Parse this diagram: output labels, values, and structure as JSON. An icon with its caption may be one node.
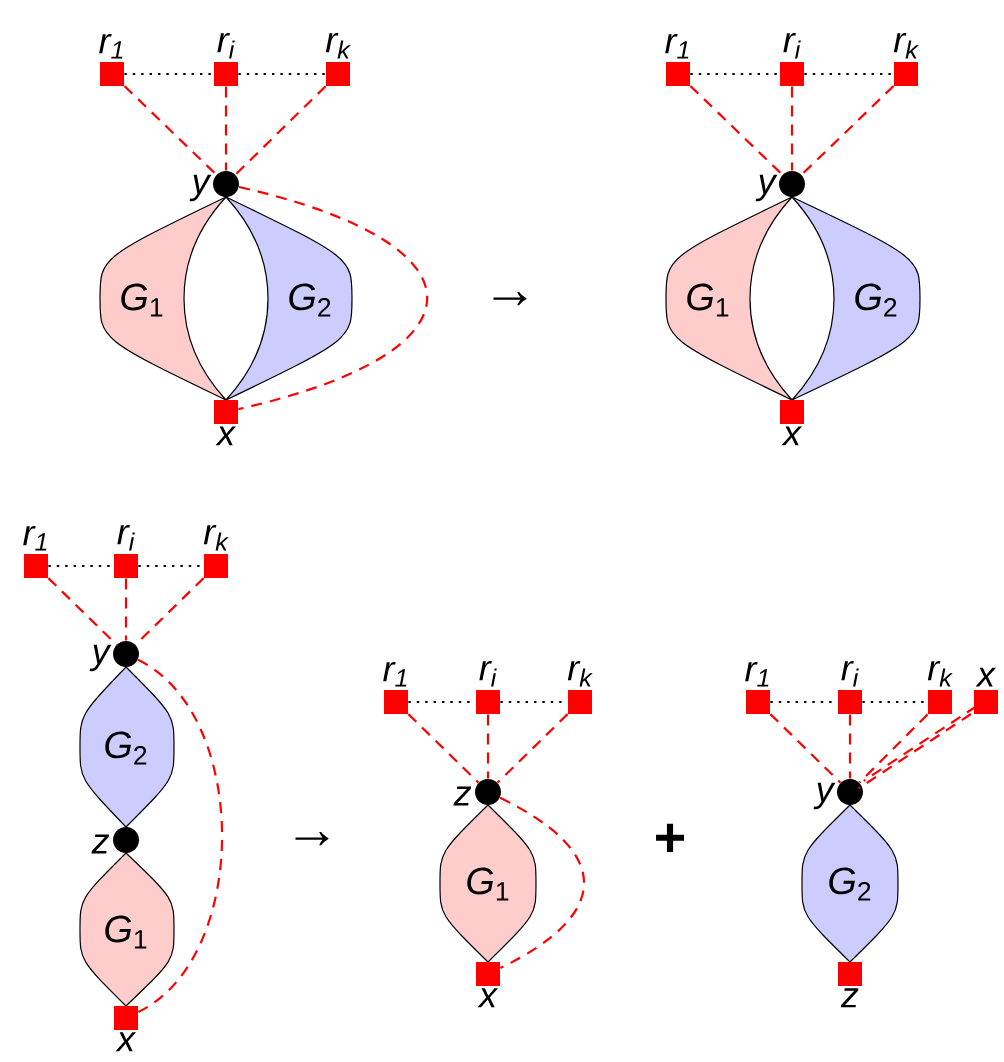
{
  "diagram": {
    "nodes": [
      {
        "text": [],
        "shape": "box",
        "beside": [
          "*r*$_{1}$"
        ]
      },
      {
        "text": [],
        "shape": "box",
        "beside": [
          "*r*$_{i}$"
        ]
      },
      {
        "text": [],
        "shape": "box",
        "beside": [
          "*r*$_{k}$"
        ]
      },
      {
        "text": [],
        "shape": "circle",
        "beside": [
          "y"
        ]
      },
      {
        "text": [
          "*G*$_{1}$"
        ]
      },
      {
        "text": [
          "*G*$_{2}$"
        ]
      },
      {
        "text": [],
        "shape": "box",
        "beside": [
          "x"
        ]
      },
      {
        "text": [],
        "shape": "box",
        "beside": [
          "*r*$_{1}$"
        ]
      },
      {
        "text": [],
        "shape": "box",
        "beside": [
          "*r*$_{i}$"
        ]
      },
      {
        "text": [],
        "shape": "box",
        "beside": [
          "*r*$_{k}$"
        ]
      },
      {
        "text": [],
        "shape": "circle",
        "beside": [
          "y"
        ]
      },
      {
        "text": [
          "*G*$_{1}$"
        ]
      },
      {
        "text": [
          "*G*$_{2}$"
        ]
      },
      {
        "text": [],
        "shape": "box",
        "beside": [
          "x"
        ]
      },
      {
        "text": [],
        "shape": "box",
        "beside": [
          "*r*$_{1}$"
        ]
      },
      {
        "text": [],
        "shape": "box",
        "beside": [
          "*r*$_{i}$"
        ]
      },
      {
        "text": [],
        "shape": "box",
        "beside": [
          "*r*$_{k}$"
        ]
      },
      {
        "text": [],
        "shape": "circle",
        "beside": [
          "y"
        ]
      },
      {
        "text": [
          "*G*$_{2}$"
        ]
      },
      {
        "text": [],
        "shape": "circle",
        "beside": [
          "z"
        ]
      },
      {
        "text": [
          "*G*$_{1}$"
        ]
      },
      {
        "text": [],
        "shape": "box",
        "beside": [
          "x"
        ]
      },
      {
        "text": [],
        "shape": "box",
        "beside": [
          "*r*$_{1}$"
        ]
      },
      {
        "text": [],
        "shape": "box",
        "beside": [
          "*r*$_{i}$"
        ]
      },
      {
        "text": [],
        "shape": "box",
        "beside": [
          "*r*$_{k}$"
        ]
      },
      {
        "text": [],
        "shape": "circle",
        "beside": [
          "z"
        ]
      },
      {
        "text": [
          "*G*$_{1}$"
        ]
      },
      {
        "text": [],
        "shape": "box",
        "beside": [
          "x"
        ]
      },
      {
        "text": [],
        "shape": "box",
        "beside": [
          "*r*$_{1}$"
        ]
      },
      {
        "text": [],
        "shape": "box",
        "beside": [
          "*r*$_{i}$"
        ]
      },
      {
        "text": [],
        "shape": "box",
        "beside": [
          "*r*$_{k}$"
        ]
      },
      {
        "text": [],
        "shape": "box",
        "beside": [
          "x"
        ]
      },
      {
        "text": [],
        "shape": "circle",
        "beside": [
          "y"
        ]
      },
      {
        "text": [
          "*G*$_{2}$"
        ]
      },
      {
        "text": [],
        "shape": "box",
        "beside": [
          "z"
        ]
      }
    ],
    "edges": [
      {
        "from": 0,
        "to": 1,
        "arrow": "none",
        "color": "#000000"
      },
      {
        "from": 1,
        "to": 2,
        "arrow": "none",
        "color": "#000000"
      },
      {
        "from": 0,
        "to": 3,
        "arrow": "none",
        "style": "dashed"
      },
      {
        "from": 1,
        "to": 3,
        "arrow": "none",
        "style": "dashed"
      },
      {
        "from": 2,
        "to": 3,
        "arrow": "none",
        "style": "dashed"
      },
      {
        "from": 3,
        "to": 6,
        "arrow": "none",
        "style": "dashed"
      },
      {
        "from": 7,
        "to": 8,
        "arrow": "none",
        "color": "#000000"
      },
      {
        "from": 8,
        "to": 9,
        "arrow": "none",
        "color": "#000000"
      },
      {
        "from": 7,
        "to": 10,
        "arrow": "none",
        "style": "dashed"
      },
      {
        "from": 8,
        "to": 10,
        "arrow": "none",
        "style": "dashed"
      },
      {
        "from": 9,
        "to": 10,
        "arrow": "none",
        "style": "dashed"
      },
      {
        "from": 14,
        "to": 15,
        "arrow": "none",
        "color": "#000000"
      },
      {
        "from": 15,
        "to": 16,
        "arrow": "none",
        "color": "#000000"
      },
      {
        "from": 14,
        "to": 17,
        "arrow": "none",
        "style": "dashed"
      },
      {
        "from": 15,
        "to": 17,
        "arrow": "none",
        "style": "dashed"
      },
      {
        "from": 16,
        "to": 17,
        "arrow": "none",
        "style": "dashed"
      },
      {
        "from": 17,
        "to": 21,
        "arrow": "none",
        "style": "dashed"
      },
      {
        "from": 22,
        "to": 23,
        "arrow": "none",
        "color": "#000000"
      },
      {
        "from": 23,
        "to": 24,
        "arrow": "none",
        "color": "#000000"
      },
      {
        "from": 22,
        "to": 25,
        "arrow": "none",
        "style": "dashed"
      },
      {
        "from": 23,
        "to": 25,
        "arrow": "none",
        "style": "dashed"
      },
      {
        "from": 24,
        "to": 25,
        "arrow": "none",
        "style": "dashed"
      },
      {
        "from": 25,
        "to": 27,
        "arrow": "none",
        "style": "dashed"
      },
      {
        "from": 28,
        "to": 29,
        "arrow": "none",
        "color": "#000000"
      },
      {
        "from": 29,
        "to": 30,
        "arrow": "none",
        "color": "#000000"
      },
      {
        "from": 28,
        "to": 32,
        "arrow": "none",
        "style": "dashed"
      },
      {
        "from": 29,
        "to": 32,
        "arrow": "none",
        "style": "dashed"
      },
      {
        "from": 30,
        "to": 32,
        "arrow": "none",
        "style": "dashed"
      },
      {
        "from": 31,
        "to": 32,
        "arrow": "none",
        "style": "dashed"
      },
      {
        "from": 31,
        "to": 32,
        "arrow": "none",
        "style": "dashed"
      }
    ],
    "labels": [
      "→",
      "→",
      "+"
    ]
  }
}
